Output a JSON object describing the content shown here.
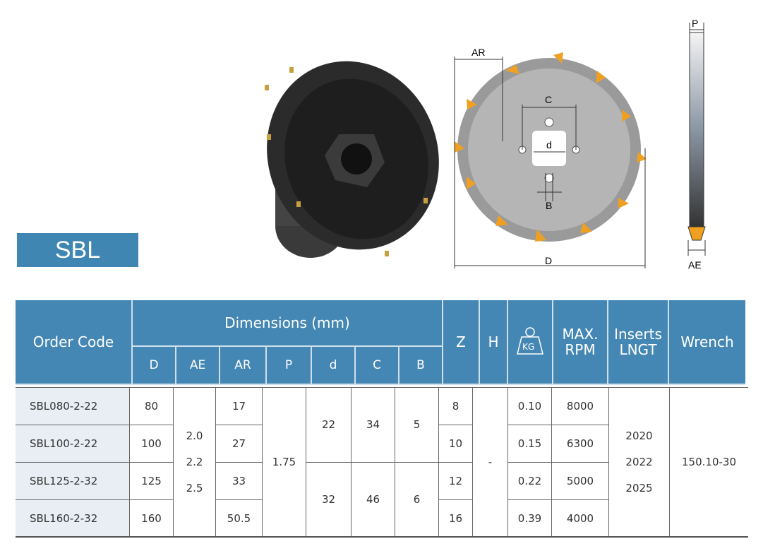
{
  "badge": "SBL",
  "diagram": {
    "ar": "AR",
    "c": "C",
    "d": "d",
    "b": "B",
    "D": "D",
    "p": "P",
    "ae": "AE",
    "kg": "KG"
  },
  "header": {
    "order_code": "Order Code",
    "dimensions": "Dimensions (mm)",
    "D": "D",
    "AE": "AE",
    "AR": "AR",
    "P": "P",
    "d": "d",
    "C": "C",
    "B": "B",
    "Z": "Z",
    "H": "H",
    "max_rpm": "MAX.\nRPM",
    "inserts": "Inserts\nLNGT",
    "wrench": "Wrench",
    "weight_icon": "weight-kg-icon"
  },
  "table": {
    "rows": [
      {
        "code": "SBL080-2-22",
        "D": "80",
        "AR": "17",
        "Z": "8",
        "weight": "0.10",
        "rpm": "8000"
      },
      {
        "code": "SBL100-2-22",
        "D": "100",
        "AR": "27",
        "Z": "10",
        "weight": "0.15",
        "rpm": "6300"
      },
      {
        "code": "SBL125-2-32",
        "D": "125",
        "AR": "33",
        "Z": "12",
        "weight": "0.22",
        "rpm": "5000"
      },
      {
        "code": "SBL160-2-32",
        "D": "160",
        "AR": "50.5",
        "Z": "16",
        "weight": "0.39",
        "rpm": "4000"
      }
    ],
    "merged": {
      "AE": "2.0\n2.2\n2.5",
      "P": "1.75",
      "d": [
        "22",
        "32"
      ],
      "C": [
        "34",
        "46"
      ],
      "B": [
        "5",
        "6"
      ],
      "H": "-",
      "inserts": "2020\n2022\n2025",
      "wrench": "150.10-30"
    }
  }
}
